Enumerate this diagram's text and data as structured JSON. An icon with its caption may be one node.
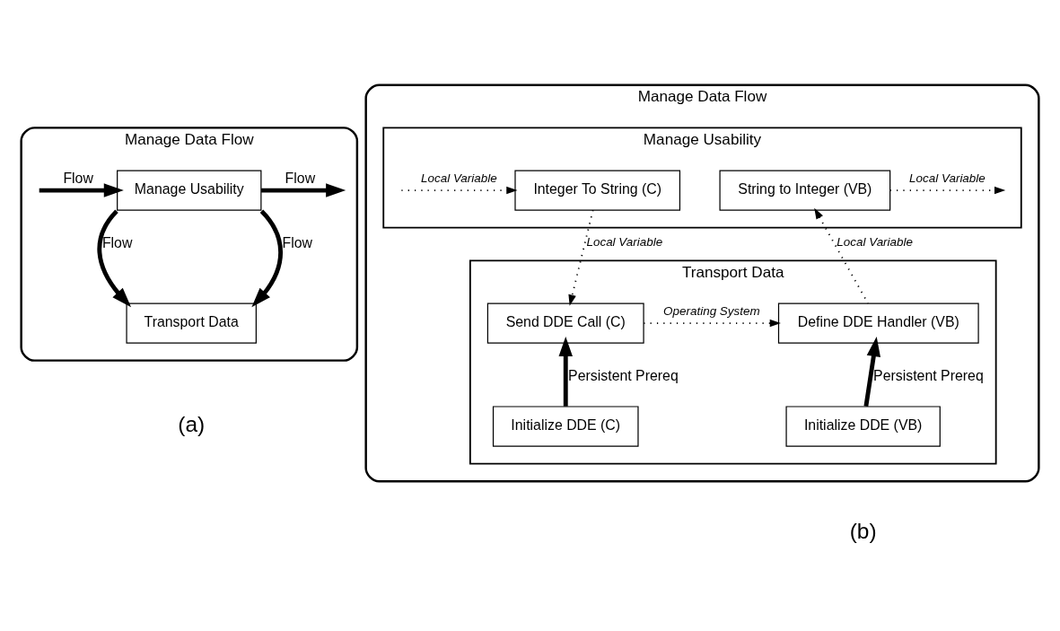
{
  "diagram": {
    "nodes": [
      {
        "text": [
          "Manage Data Flow"
        ],
        "beside": [
          "(a)"
        ]
      },
      {
        "text": [
          "Manage Usability"
        ],
        "in": 0
      },
      {
        "text": [
          "Transport Data"
        ],
        "in": 0
      },
      {
        "text": [
          "Manage Data Flow"
        ],
        "beside": [
          "(b)"
        ]
      },
      {
        "text": [
          "Manage Usability"
        ],
        "in": 3
      },
      {
        "text": [
          "Integer To String (C)"
        ],
        "in": 4
      },
      {
        "text": [
          "String to Integer (VB)"
        ],
        "in": 4
      },
      {
        "text": [
          "Transport Data"
        ],
        "in": 3
      },
      {
        "text": [
          "Send DDE Call (C)"
        ],
        "in": 7
      },
      {
        "text": [
          "Define DDE Handler (VB)"
        ],
        "in": 7
      },
      {
        "text": [
          "Initialize DDE (C)"
        ],
        "in": 7
      },
      {
        "text": [
          "Initialize DDE (VB)"
        ],
        "in": 7
      }
    ],
    "edges": [
      {
        "from": null,
        "to": 1,
        "arrow": "to",
        "label": "Flow"
      },
      {
        "from": 1,
        "to": null,
        "arrow": "to",
        "label": "Flow"
      },
      {
        "from": 1,
        "to": 2,
        "arrow": "to",
        "label": "Flow"
      },
      {
        "from": 1,
        "to": 2,
        "arrow": "to",
        "label": "Flow"
      },
      {
        "from": null,
        "to": 5,
        "arrow": "to",
        "label": "Local Variable",
        "style": "dashed"
      },
      {
        "from": 6,
        "to": null,
        "arrow": "to",
        "label": "Local Variable",
        "style": "dashed"
      },
      {
        "from": 5,
        "to": 8,
        "arrow": "to",
        "label": "Local Variable",
        "style": "dashed"
      },
      {
        "from": 9,
        "to": 6,
        "arrow": "to",
        "label": "Local Variable",
        "style": "dashed"
      },
      {
        "from": 8,
        "to": 9,
        "arrow": "to",
        "label": "Operating System",
        "style": "dashed"
      },
      {
        "from": 10,
        "to": 8,
        "arrow": "to",
        "label": "Persistent Prereq"
      },
      {
        "from": 11,
        "to": 9,
        "arrow": "to",
        "label": "Persistent Prereq"
      }
    ]
  }
}
